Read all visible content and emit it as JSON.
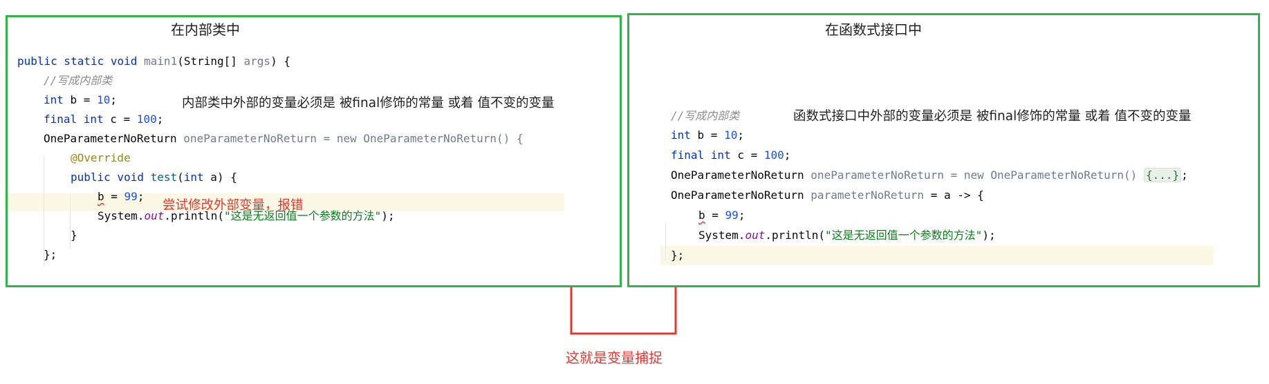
{
  "left_panel": {
    "title": "在内部类中",
    "note": "内部类中外部的变量必须是 被final修饰的常量 或着 值不变的变量",
    "error_note": "尝试修改外部变量，报错",
    "code": {
      "l1_kw": "public static void ",
      "l1_method": "main1",
      "l1_params": "(String[] ",
      "l1_param_name": "args",
      "l1_end": ") {",
      "l2_comment": "//写成内部类",
      "l3_kw": "int",
      "l3_mid": " b = ",
      "l3_num": "10",
      "l3_end": ";",
      "l4_kw": "final int",
      "l4_mid": " c = ",
      "l4_num": "100",
      "l4_end": ";",
      "l5_type": "OneParameterNoReturn ",
      "l5_var": "oneParameterNoReturn",
      "l5_new": " = new OneParameterNoReturn() {",
      "l6_annotation": "@Override",
      "l7_kw": "public void ",
      "l7_method": "test",
      "l7_paren": "(",
      "l7_kw2": "int",
      "l7_end": " a) {",
      "l8_var": "b",
      "l8_mid": " = ",
      "l8_num": "99",
      "l8_end": ";",
      "l9_sys": "System.",
      "l9_field": "out",
      "l9_call": ".println(",
      "l9_str": "\"这是无返回值一个参数的方法\"",
      "l9_end": ");",
      "l10": "}",
      "l11": "};"
    }
  },
  "right_panel": {
    "title": "在函数式接口中",
    "note": "函数式接口中外部的变量必须是 被final修饰的常量 或着 值不变的变量",
    "code": {
      "l1_comment": "//写成内部类",
      "l2_kw": "int",
      "l2_mid": " b = ",
      "l2_num": "10",
      "l2_end": ";",
      "l3_kw": "final int",
      "l3_mid": " c = ",
      "l3_num": "100",
      "l3_end": ";",
      "l4_type": "OneParameterNoReturn ",
      "l4_var": "oneParameterNoReturn",
      "l4_new": " = new OneParameterNoReturn() ",
      "l4_fold": "{...}",
      "l4_end": ";",
      "l5_type": "OneParameterNoReturn ",
      "l5_var": "parameterNoReturn",
      "l5_end": " = a -> {",
      "l6_var": "b",
      "l6_mid": " = ",
      "l6_num": "99",
      "l6_end": ";",
      "l7_sys": "System.",
      "l7_field": "out",
      "l7_call": ".println(",
      "l7_str": "\"这是无返回值一个参数的方法\"",
      "l7_end": ");",
      "l8": "};"
    }
  },
  "bottom_label": "这就是变量捕捉",
  "colors": {
    "frame_green": "#2fb34a",
    "annotation_red": "#e8352e",
    "keyword_blue": "#0033b3",
    "number_blue": "#1750eb",
    "string_green": "#067d17",
    "field_purple": "#871094",
    "annotation_olive": "#9e880d"
  }
}
